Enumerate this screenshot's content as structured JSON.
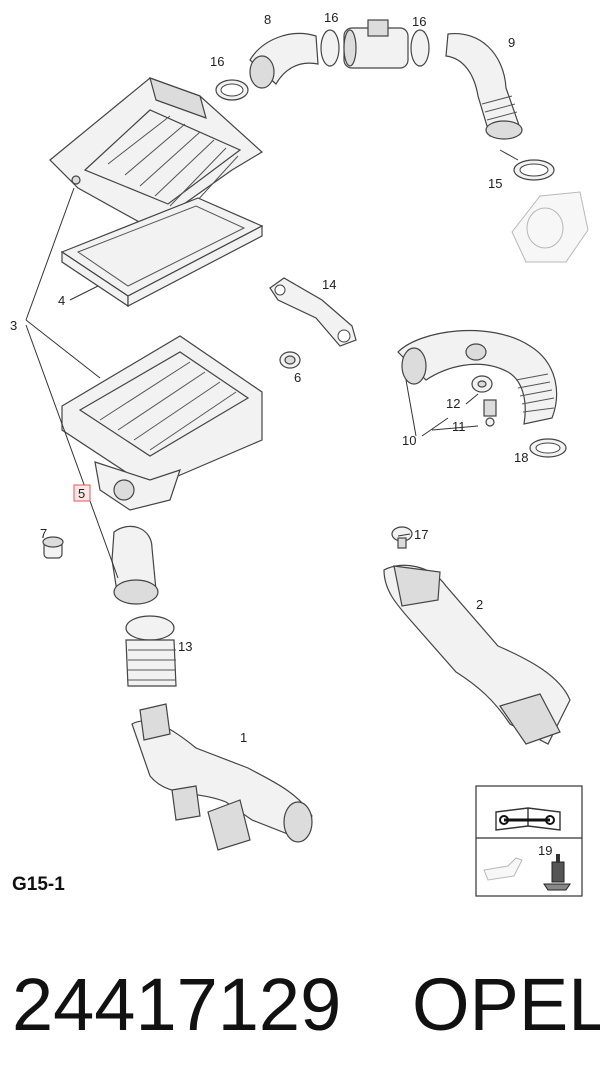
{
  "diagram": {
    "callouts": {
      "c1": "1",
      "c2": "2",
      "c3": "3",
      "c4": "4",
      "c5": "5",
      "c6": "6",
      "c7": "7",
      "c8": "8",
      "c9": "9",
      "c10": "10",
      "c11": "11",
      "c12": "12",
      "c13": "13",
      "c14": "14",
      "c15": "15",
      "c16a": "16",
      "c16b": "16",
      "c16c": "16",
      "c17": "17",
      "c18": "18",
      "c19": "19"
    },
    "highlighted_callout": "5",
    "highlight_color": "#e05a5a",
    "icons": [
      "service-manual-icon",
      "wrench-icon",
      "oil-can-icon",
      "sensor-icon"
    ]
  },
  "page_code": "G15-1",
  "footer": {
    "part_number": "24417129",
    "brand": "OPEL"
  }
}
